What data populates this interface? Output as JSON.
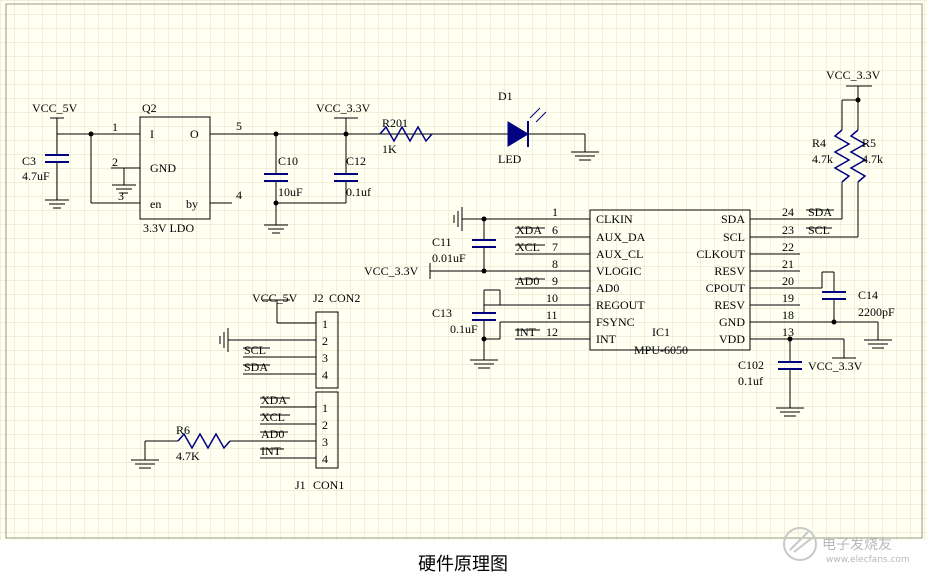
{
  "caption": "硬件原理图",
  "watermark": {
    "title": "电子发烧友",
    "url": "www.elecfans.com"
  },
  "colors": {
    "grid_bg": "#fffff0",
    "grid_line": "#e6e6c0",
    "wire": "#000080",
    "border": "#808080"
  },
  "ldo": {
    "ref": "Q2",
    "pin_I": "I",
    "pin_O": "O",
    "pin_GND": "GND",
    "pin_en": "en",
    "pin_by": "by",
    "n1": "1",
    "n2": "2",
    "n3": "3",
    "n4": "4",
    "n5": "5",
    "value": "3.3V LDO"
  },
  "power": {
    "vcc5_left": "VCC_5V",
    "vcc33_top": "VCC_3.3V",
    "vcc33_right": "VCC_3.3V",
    "vcc33_vlogic": "VCC_3.3V",
    "vcc33_vdd": "VCC_3.3V",
    "vcc5_conn": "VCC_5V"
  },
  "caps": {
    "c3": {
      "ref": "C3",
      "value": "4.7uF"
    },
    "c10": {
      "ref": "C10",
      "value": "10uF"
    },
    "c12": {
      "ref": "C12",
      "value": "0.1uf"
    },
    "c11": {
      "ref": "C11",
      "value": "0.01uF"
    },
    "c13": {
      "ref": "C13",
      "value": "0.1uF"
    },
    "c14": {
      "ref": "C14",
      "value": "2200pF"
    },
    "c102": {
      "ref": "C102",
      "value": "0.1uf"
    }
  },
  "resistors": {
    "r201": {
      "ref": "R201",
      "value": "1K"
    },
    "r4": {
      "ref": "R4",
      "value": "4.7k"
    },
    "r5": {
      "ref": "R5",
      "value": "4.7k"
    },
    "r6": {
      "ref": "R6",
      "value": "4.7K"
    }
  },
  "led": {
    "ref": "D1",
    "value": "LED"
  },
  "ic": {
    "ref": "IC1",
    "part": "MPU-6050",
    "left_pins": [
      {
        "num": "1",
        "name": "CLKIN",
        "net": ""
      },
      {
        "num": "6",
        "name": "AUX_DA",
        "net": "XDA"
      },
      {
        "num": "7",
        "name": "AUX_CL",
        "net": "XCL"
      },
      {
        "num": "8",
        "name": "VLOGIC",
        "net": ""
      },
      {
        "num": "9",
        "name": "AD0",
        "net": "AD0"
      },
      {
        "num": "10",
        "name": "REGOUT",
        "net": ""
      },
      {
        "num": "11",
        "name": "FSYNC",
        "net": ""
      },
      {
        "num": "12",
        "name": "INT",
        "net": "INT"
      }
    ],
    "right_pins": [
      {
        "num": "24",
        "name": "SDA",
        "net": "SDA"
      },
      {
        "num": "23",
        "name": "SCL",
        "net": "SCL"
      },
      {
        "num": "22",
        "name": "CLKOUT",
        "net": ""
      },
      {
        "num": "21",
        "name": "RESV",
        "net": ""
      },
      {
        "num": "20",
        "name": "CPOUT",
        "net": ""
      },
      {
        "num": "19",
        "name": "RESV",
        "net": ""
      },
      {
        "num": "18",
        "name": "GND",
        "net": ""
      },
      {
        "num": "13",
        "name": "VDD",
        "net": ""
      }
    ]
  },
  "j2": {
    "ref": "J2",
    "name": "CON2",
    "pins": [
      "1",
      "2",
      "3",
      "4"
    ],
    "nets": [
      "",
      "",
      "SCL",
      "SDA"
    ]
  },
  "j1": {
    "ref": "J1",
    "name": "CON1",
    "pins": [
      "1",
      "2",
      "3",
      "4"
    ],
    "nets": [
      "XDA",
      "XCL",
      "AD0",
      "INT"
    ]
  }
}
